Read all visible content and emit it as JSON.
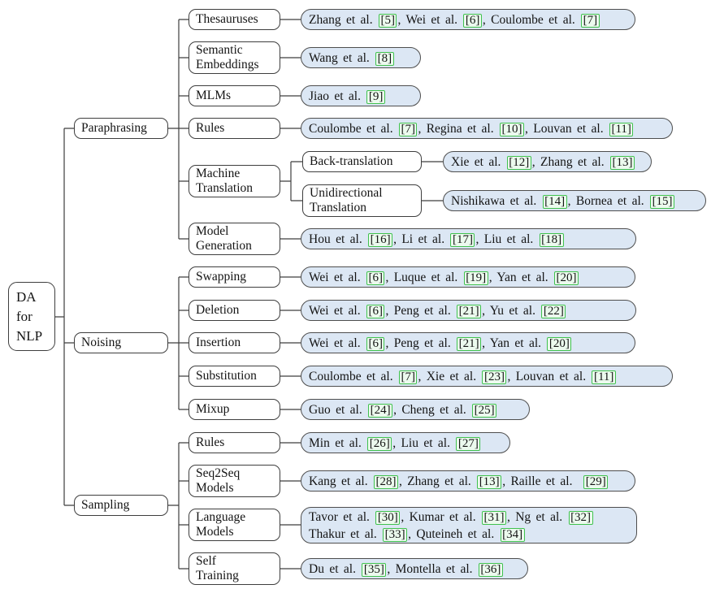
{
  "root_lines": [
    "DA",
    "for",
    "NLP"
  ],
  "branches": [
    "Paraphrasing",
    "Noising",
    "Sampling"
  ],
  "mt": {
    "l1": "Machine",
    "l2": "Translation"
  },
  "rows": [
    {
      "l1": "Thesauruses",
      "cites": [
        {
          "pre": "Zhang et al. ",
          "ref": "[5]",
          "post": ", "
        },
        {
          "pre": "Wei et al. ",
          "ref": "[6]",
          "post": ", "
        },
        {
          "pre": "Coulombe et al. ",
          "ref": "[7]",
          "post": ""
        }
      ]
    },
    {
      "l1": "Semantic",
      "l2": "Embeddings",
      "cites": [
        {
          "pre": "Wang et al. ",
          "ref": "[8]",
          "post": ""
        }
      ]
    },
    {
      "l1": "MLMs",
      "cites": [
        {
          "pre": "Jiao et al. ",
          "ref": "[9]",
          "post": ""
        }
      ]
    },
    {
      "l1": "Rules",
      "cites": [
        {
          "pre": "Coulombe et al. ",
          "ref": "[7]",
          "post": ", "
        },
        {
          "pre": "Regina et al. ",
          "ref": "[10]",
          "post": ", "
        },
        {
          "pre": "Louvan et al. ",
          "ref": "[11]",
          "post": ""
        }
      ]
    },
    {
      "l1": "Back-translation",
      "cites": [
        {
          "pre": "Xie et al. ",
          "ref": "[12]",
          "post": ", "
        },
        {
          "pre": "Zhang et al. ",
          "ref": "[13]",
          "post": ""
        }
      ]
    },
    {
      "l1": "Unidirectional",
      "l2": "Translation",
      "cites": [
        {
          "pre": "Nishikawa et al. ",
          "ref": "[14]",
          "post": ", "
        },
        {
          "pre": "Bornea et al. ",
          "ref": "[15]",
          "post": ""
        }
      ]
    },
    {
      "l1": "Model",
      "l2": "Generation",
      "cites": [
        {
          "pre": "Hou et al. ",
          "ref": "[16]",
          "post": ", "
        },
        {
          "pre": "Li et al. ",
          "ref": "[17]",
          "post": ", "
        },
        {
          "pre": "Liu et al. ",
          "ref": "[18]",
          "post": ""
        }
      ]
    },
    {
      "l1": "Swapping",
      "cites": [
        {
          "pre": "Wei et al. ",
          "ref": "[6]",
          "post": ", "
        },
        {
          "pre": "Luque et al. ",
          "ref": "[19]",
          "post": ", "
        },
        {
          "pre": "Yan et al. ",
          "ref": "[20]",
          "post": ""
        }
      ]
    },
    {
      "l1": "Deletion",
      "cites": [
        {
          "pre": "Wei et al. ",
          "ref": "[6]",
          "post": ", "
        },
        {
          "pre": "Peng et al. ",
          "ref": "[21]",
          "post": ", "
        },
        {
          "pre": "Yu et al. ",
          "ref": "[22]",
          "post": ""
        }
      ]
    },
    {
      "l1": "Insertion",
      "cites": [
        {
          "pre": "Wei et al. ",
          "ref": "[6]",
          "post": ", "
        },
        {
          "pre": "Peng et al. ",
          "ref": "[21]",
          "post": ", "
        },
        {
          "pre": "Yan et al. ",
          "ref": "[20]",
          "post": ""
        }
      ]
    },
    {
      "l1": "Substitution",
      "cites": [
        {
          "pre": "Coulombe et al. ",
          "ref": "[7]",
          "post": ", "
        },
        {
          "pre": "Xie et al. ",
          "ref": "[23]",
          "post": ", "
        },
        {
          "pre": "Louvan et al. ",
          "ref": "[11]",
          "post": ""
        }
      ]
    },
    {
      "l1": "Mixup",
      "cites": [
        {
          "pre": "Guo et al. ",
          "ref": "[24]",
          "post": ", "
        },
        {
          "pre": "Cheng et al. ",
          "ref": "[25]",
          "post": ""
        }
      ]
    },
    {
      "l1": "Rules",
      "cites": [
        {
          "pre": "Min et al. ",
          "ref": "[26]",
          "post": ", "
        },
        {
          "pre": "Liu et al. ",
          "ref": "[27]",
          "post": ""
        }
      ]
    },
    {
      "l1": "Seq2Seq",
      "l2": "Models",
      "cites": [
        {
          "pre": "Kang et al. ",
          "ref": "[28]",
          "post": ", "
        },
        {
          "pre": "Zhang et al. ",
          "ref": "[13]",
          "post": ", "
        },
        {
          "pre": "Raille et al.  ",
          "ref": "[29]",
          "post": ""
        }
      ]
    },
    {
      "l1": "Language",
      "l2": "Models",
      "cites": [
        {
          "pre": "Tavor et al. ",
          "ref": "[30]",
          "post": ", "
        },
        {
          "pre": "Kumar et al. ",
          "ref": "[31]",
          "post": ", "
        },
        {
          "pre": "Ng et al. ",
          "ref": "[32]",
          "post": ""
        }
      ],
      "cites2": [
        {
          "pre": "Thakur et al. ",
          "ref": "[33]",
          "post": ", "
        },
        {
          "pre": "Quteineh et al. ",
          "ref": "[34]",
          "post": ""
        }
      ]
    },
    {
      "l1": "Self",
      "l2": "Training",
      "cites": [
        {
          "pre": "Du et al. ",
          "ref": "[35]",
          "post": ", "
        },
        {
          "pre": "Montella et al. ",
          "ref": "[36]",
          "post": ""
        }
      ]
    }
  ],
  "colors": {
    "citation_fill": "#dce7f4",
    "citation_border": "#4e4e4e",
    "node_border": "#3e3e3e",
    "ref_badge_border": "#40c14e",
    "ref_badge_fill": "#ecfaee",
    "connector_line": "#3e3e3e"
  }
}
